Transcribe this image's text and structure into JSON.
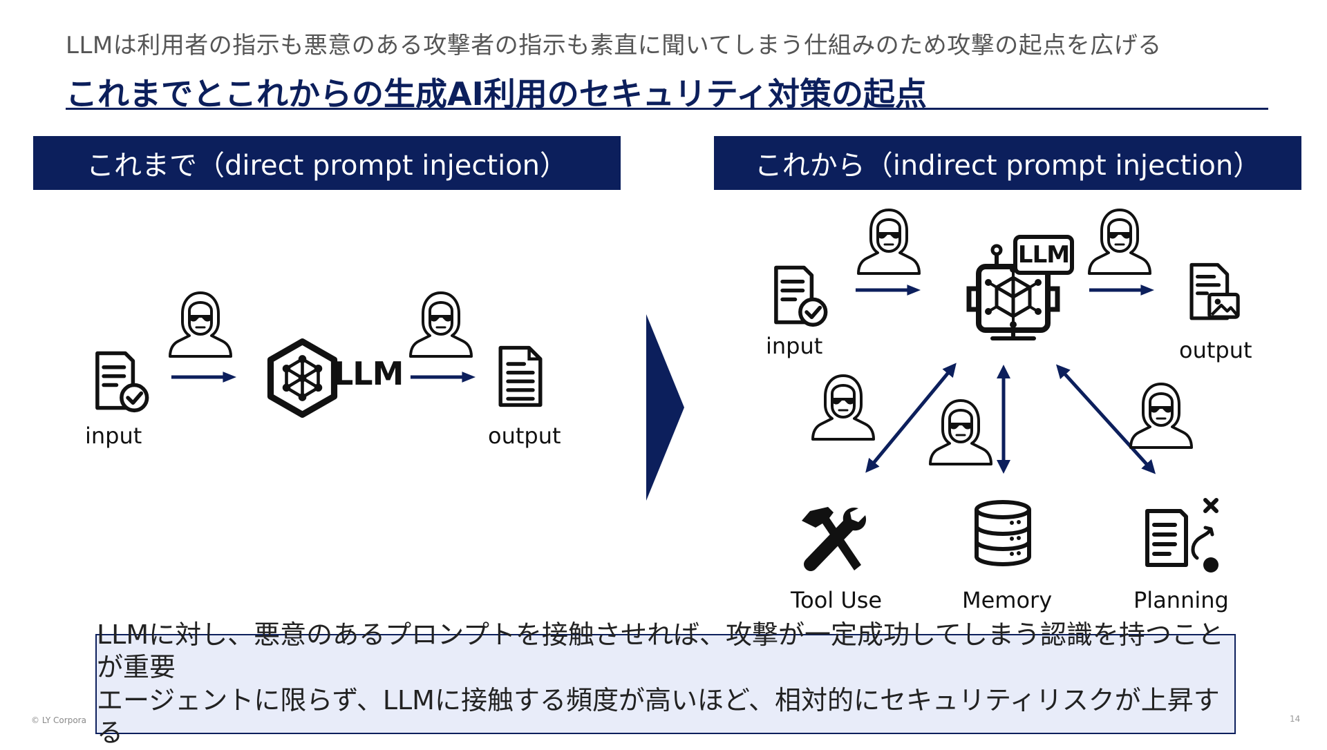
{
  "header": {
    "subtitle": "LLMは利用者の指示も悪意のある攻撃者の指示も素直に聞いてしまう仕組みのため攻撃の起点を広げる",
    "title": "これまでとこれからの生成AI利用のセキュリティ対策の起点"
  },
  "left_panel": {
    "heading": "これまで（direct prompt injection）",
    "input_label": "input",
    "output_label": "output",
    "llm_label": "LLM"
  },
  "right_panel": {
    "heading": "これから（indirect prompt injection）",
    "input_label": "input",
    "output_label": "output",
    "llm_label": "LLM",
    "tools": [
      "Tool Use",
      "Memory",
      "Planning"
    ]
  },
  "summary": {
    "line1": "LLMに対し、悪意のあるプロンプトを接触させれば、攻撃が一定成功してしまう認識を持つことが重要",
    "line2": "エージェントに限らず、LLMに接触する頻度が高いほど、相対的にセキュリティリスクが上昇する"
  },
  "footer": {
    "copyright": "© LY Corpora",
    "page": "14"
  },
  "colors": {
    "navy": "#0c1f5c",
    "summary_bg": "#e8ecf9"
  }
}
